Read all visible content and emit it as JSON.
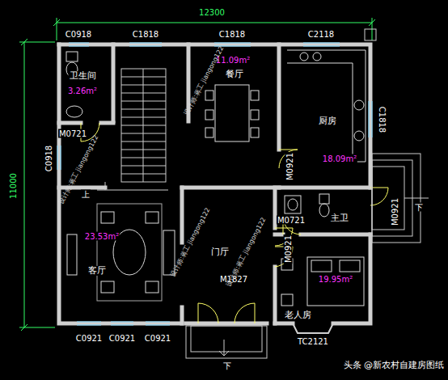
{
  "diagram": {
    "nodes": [
      {
        "text": [
          "卫生间",
          "3.26m²"
        ]
      },
      {
        "text": [
          "11.09m²",
          "餐厅"
        ]
      },
      {
        "text": [
          "厨房",
          "18.09m²"
        ]
      },
      {
        "text": [
          "23.53m²",
          "客厅"
        ]
      },
      {
        "text": [
          "门厅"
        ]
      },
      {
        "text": [
          "主卫"
        ]
      },
      {
        "text": [
          "19.95m²",
          "老人房"
        ]
      }
    ],
    "edges": [],
    "labels": [
      "12300",
      "11000",
      "C0918",
      "C1818",
      "C1818",
      "C2118",
      "C1818",
      "C0918",
      "M0721",
      "M0921",
      "M0921",
      "M0721",
      "M0921",
      "M1827",
      "C0921",
      "C0921",
      "C0921",
      "TC2121",
      "上",
      "下",
      "下",
      "设计师:蒋工 jiangong122",
      "设计师:蒋工 jiangong122",
      "设计师:蒋工 jiangong122",
      "设计师:蒋工 jiangong122",
      "头条 @新农村自建房图纸"
    ]
  }
}
